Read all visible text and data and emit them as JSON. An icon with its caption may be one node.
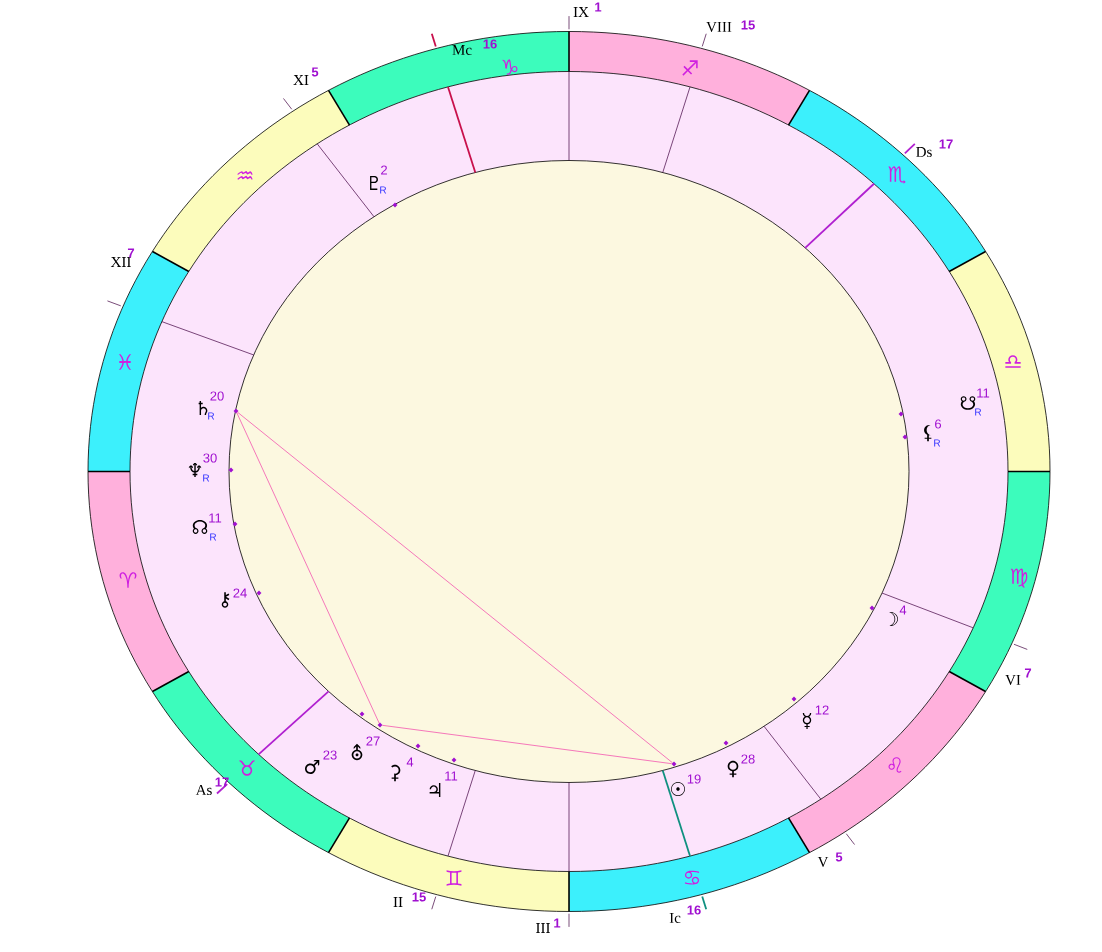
{
  "diagram": {
    "nodes": [
      {
        "text": [],
        "shape": "diamond",
        "beside": [
          "♆",
          "30",
          "R"
        ]
      },
      {
        "text": [],
        "shape": "diamond",
        "beside": [
          "☊",
          "11",
          "R"
        ]
      },
      {
        "text": [],
        "shape": "diamond",
        "beside": [
          "♄",
          "20",
          "R"
        ]
      },
      {
        "text": [],
        "shape": "diamond",
        "beside": [
          "⚷",
          "24"
        ]
      },
      {
        "text": [],
        "shape": "diamond",
        "beside": [
          "♂",
          "23"
        ]
      },
      {
        "text": [],
        "shape": "diamond",
        "beside": [
          "⛢",
          "27"
        ]
      },
      {
        "text": [],
        "shape": "diamond",
        "beside": [
          "♇",
          "2",
          "R"
        ]
      },
      {
        "text": [],
        "shape": "diamond",
        "beside": [
          "⚳",
          "4"
        ]
      },
      {
        "text": [],
        "shape": "diamond",
        "beside": [
          "♃",
          "11"
        ]
      },
      {
        "text": [],
        "shape": "diamond",
        "beside": [
          "☉",
          "19"
        ]
      },
      {
        "text": [],
        "shape": "diamond",
        "beside": [
          "♀",
          "28"
        ]
      },
      {
        "text": [],
        "shape": "diamond",
        "beside": [
          "☿",
          "12"
        ]
      },
      {
        "text": [],
        "shape": "diamond",
        "beside": [
          "☽",
          "4"
        ]
      },
      {
        "text": [],
        "shape": "diamond",
        "beside": [
          "☋",
          "11",
          "R"
        ]
      },
      {
        "text": [],
        "shape": "diamond",
        "beside": [
          "⚸",
          "6",
          "R"
        ]
      }
    ],
    "edges": [
      {
        "from": 2,
        "to": 9,
        "arrow": "none"
      },
      {
        "from": 2,
        "to": 5,
        "arrow": "none"
      },
      {
        "from": 5,
        "to": 9,
        "arrow": "none"
      }
    ],
    "labels": [
      "Mc",
      "16",
      "IX",
      "1",
      "VIII",
      "15",
      "♑",
      "♐",
      "XI",
      "5",
      "Ds",
      "17",
      "♒",
      "♏",
      "XII",
      "7",
      "♓",
      "♎",
      "♈",
      "♍",
      "VI",
      "7",
      "♌",
      "♉",
      "As",
      "17",
      "V",
      "5",
      "♋",
      "♊",
      "II",
      "15",
      "Ic",
      "16",
      "III",
      "1"
    ]
  }
}
